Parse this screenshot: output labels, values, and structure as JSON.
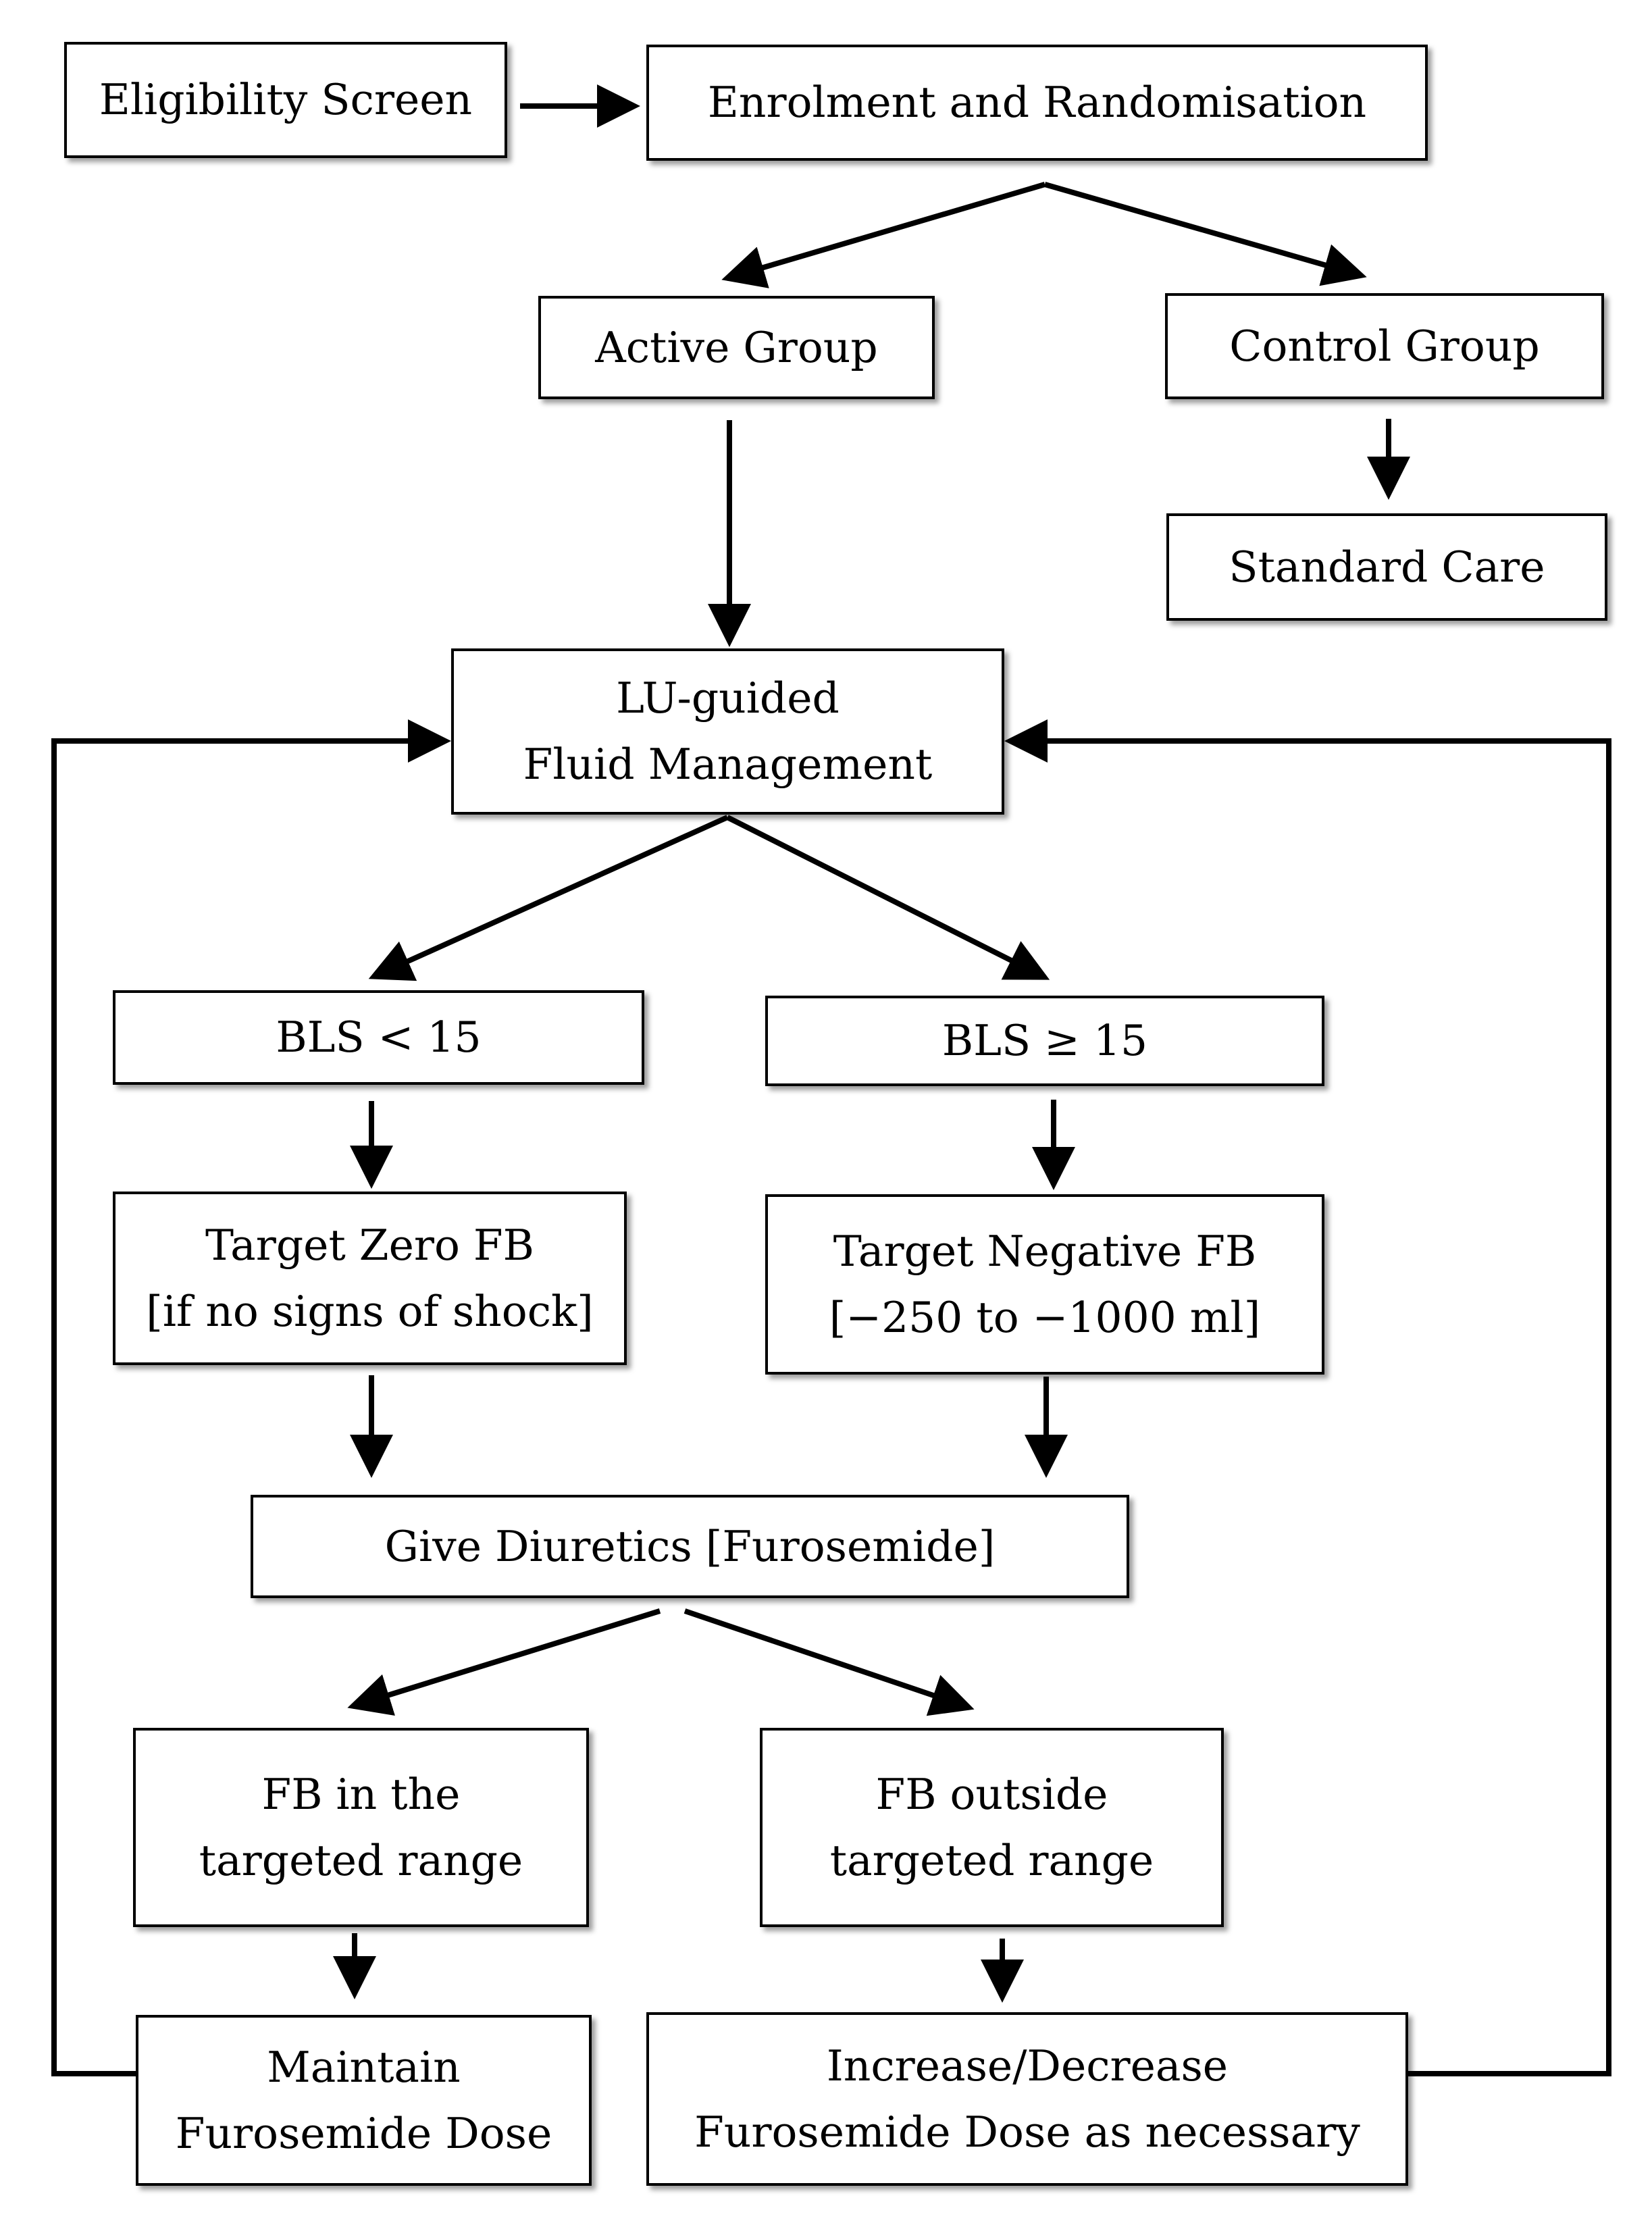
{
  "colors": {
    "stroke": "#000000",
    "box_fill": "#ffffff",
    "text": "#000000"
  },
  "nodes": {
    "eligibility": {
      "lines": [
        "Eligibility Screen"
      ]
    },
    "enrolment": {
      "lines": [
        "Enrolment and Randomisation"
      ]
    },
    "active": {
      "lines": [
        "Active Group"
      ]
    },
    "control": {
      "lines": [
        "Control Group"
      ]
    },
    "standard": {
      "lines": [
        "Standard Care"
      ]
    },
    "lu_guided": {
      "lines": [
        "LU-guided",
        "Fluid Management"
      ]
    },
    "bls_low": {
      "lines": [
        "BLS < 15"
      ]
    },
    "bls_high": {
      "lines": [
        "BLS ≥ 15"
      ]
    },
    "target_zero": {
      "lines": [
        "Target Zero FB",
        "[if no signs of shock]"
      ]
    },
    "target_negative": {
      "lines": [
        "Target Negative FB",
        "[−250 to −1000 ml]"
      ]
    },
    "diuretics": {
      "lines": [
        "Give Diuretics [Furosemide]"
      ]
    },
    "fb_in": {
      "lines": [
        "FB in the",
        "targeted range"
      ]
    },
    "fb_out": {
      "lines": [
        "FB outside",
        "targeted range"
      ]
    },
    "maintain": {
      "lines": [
        "Maintain",
        "Furosemide Dose"
      ]
    },
    "adjust": {
      "lines": [
        "Increase/Decrease",
        "Furosemide Dose as necessary"
      ]
    }
  },
  "edges": [
    {
      "from": "eligibility",
      "to": "enrolment"
    },
    {
      "from": "enrolment",
      "to": "active"
    },
    {
      "from": "enrolment",
      "to": "control"
    },
    {
      "from": "control",
      "to": "standard"
    },
    {
      "from": "active",
      "to": "lu_guided"
    },
    {
      "from": "lu_guided",
      "to": "bls_low"
    },
    {
      "from": "lu_guided",
      "to": "bls_high"
    },
    {
      "from": "bls_low",
      "to": "target_zero"
    },
    {
      "from": "bls_high",
      "to": "target_negative"
    },
    {
      "from": "target_zero",
      "to": "diuretics"
    },
    {
      "from": "target_negative",
      "to": "diuretics"
    },
    {
      "from": "diuretics",
      "to": "fb_in"
    },
    {
      "from": "diuretics",
      "to": "fb_out"
    },
    {
      "from": "fb_in",
      "to": "maintain"
    },
    {
      "from": "fb_out",
      "to": "adjust"
    },
    {
      "from": "maintain",
      "to": "lu_guided"
    },
    {
      "from": "adjust",
      "to": "lu_guided"
    }
  ]
}
